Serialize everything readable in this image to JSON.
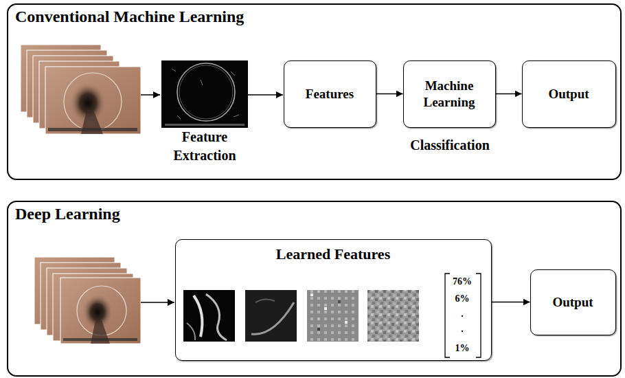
{
  "diagram": {
    "nodes": [
      {
        "text": [
          "Conventional Machine Learning"
        ]
      },
      {
        "text": [
          "Features"
        ],
        "in": 0
      },
      {
        "text": [
          "Machine Learning"
        ],
        "in": 0
      },
      {
        "text": [
          "Output"
        ],
        "in": 0
      },
      {
        "text": [
          "Deep Learning"
        ]
      },
      {
        "text": [
          "Learned Features"
        ],
        "in": 4
      },
      {
        "text": [
          "Output"
        ],
        "in": 4
      }
    ],
    "edges": [
      {
        "from": 1,
        "to": 2,
        "arrow": "to"
      },
      {
        "from": 2,
        "to": 3,
        "arrow": "to"
      },
      {
        "from": 5,
        "to": 6,
        "arrow": "to"
      }
    ],
    "labels": [
      "Feature Extraction",
      "Classification",
      "76%",
      "6%",
      ".",
      ".",
      "1%"
    ]
  }
}
